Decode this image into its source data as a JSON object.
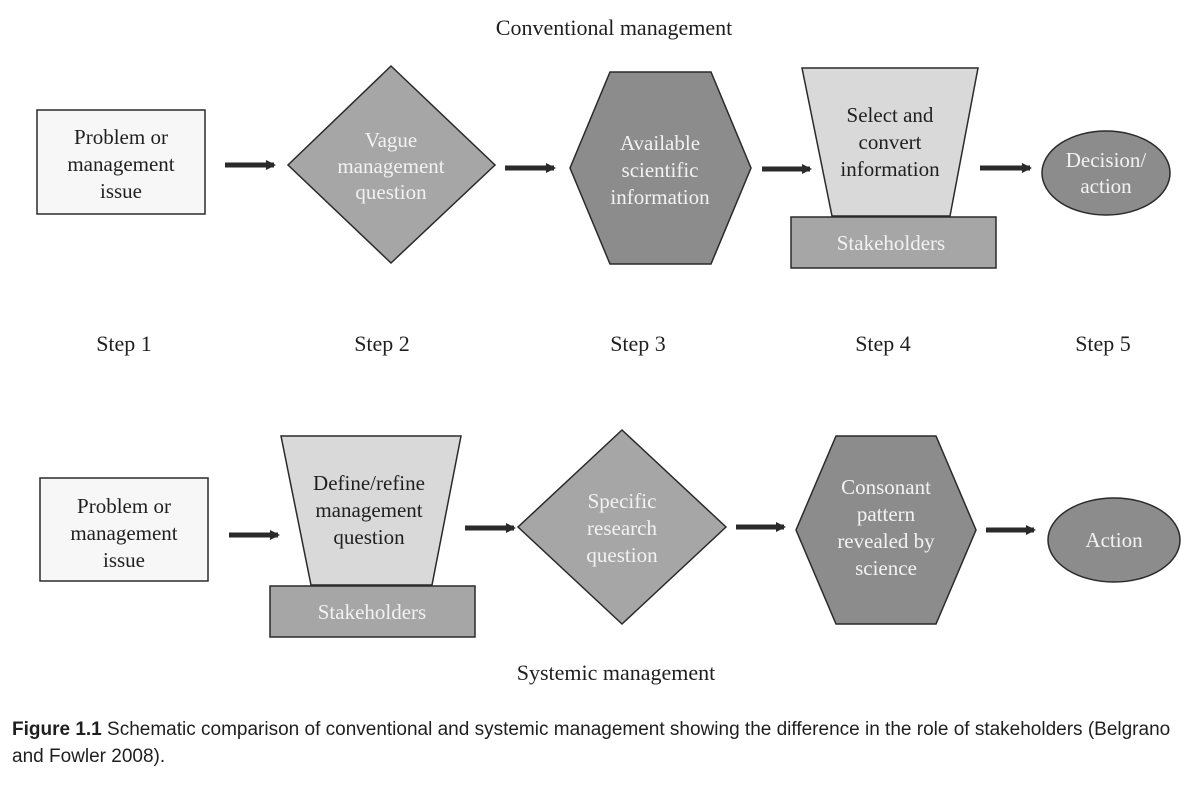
{
  "conventional": {
    "title": "Conventional management",
    "box1": [
      "Problem or",
      "management",
      "issue"
    ],
    "diamond": [
      "Vague",
      "management",
      "question"
    ],
    "hexagon": [
      "Available",
      "scientific",
      "information"
    ],
    "funnel": [
      "Select and",
      "convert",
      "information"
    ],
    "base": "Stakeholders",
    "ellipse": [
      "Decision/",
      "action"
    ]
  },
  "steps": [
    "Step 1",
    "Step 2",
    "Step 3",
    "Step 4",
    "Step 5"
  ],
  "systemic": {
    "title": "Systemic management",
    "box1": [
      "Problem or",
      "management",
      "issue"
    ],
    "funnel": [
      "Define/refine",
      "management",
      "question"
    ],
    "base": "Stakeholders",
    "diamond": [
      "Specific",
      "research",
      "question"
    ],
    "hexagon": [
      "Consonant",
      "pattern",
      "revealed by",
      "science"
    ],
    "ellipse": [
      "Action"
    ]
  },
  "caption": {
    "label": "Figure 1.1",
    "text": "Schematic comparison of conventional and systemic management showing the difference in the role of stakeholders (Belgrano and Fowler 2008)."
  },
  "colors": {
    "box_fill": "#f7f7f7",
    "mid_gray": "#a6a6a6",
    "dark_gray": "#8c8c8c",
    "light_gray": "#d9d9d9",
    "stroke": "#2a2a2a"
  }
}
